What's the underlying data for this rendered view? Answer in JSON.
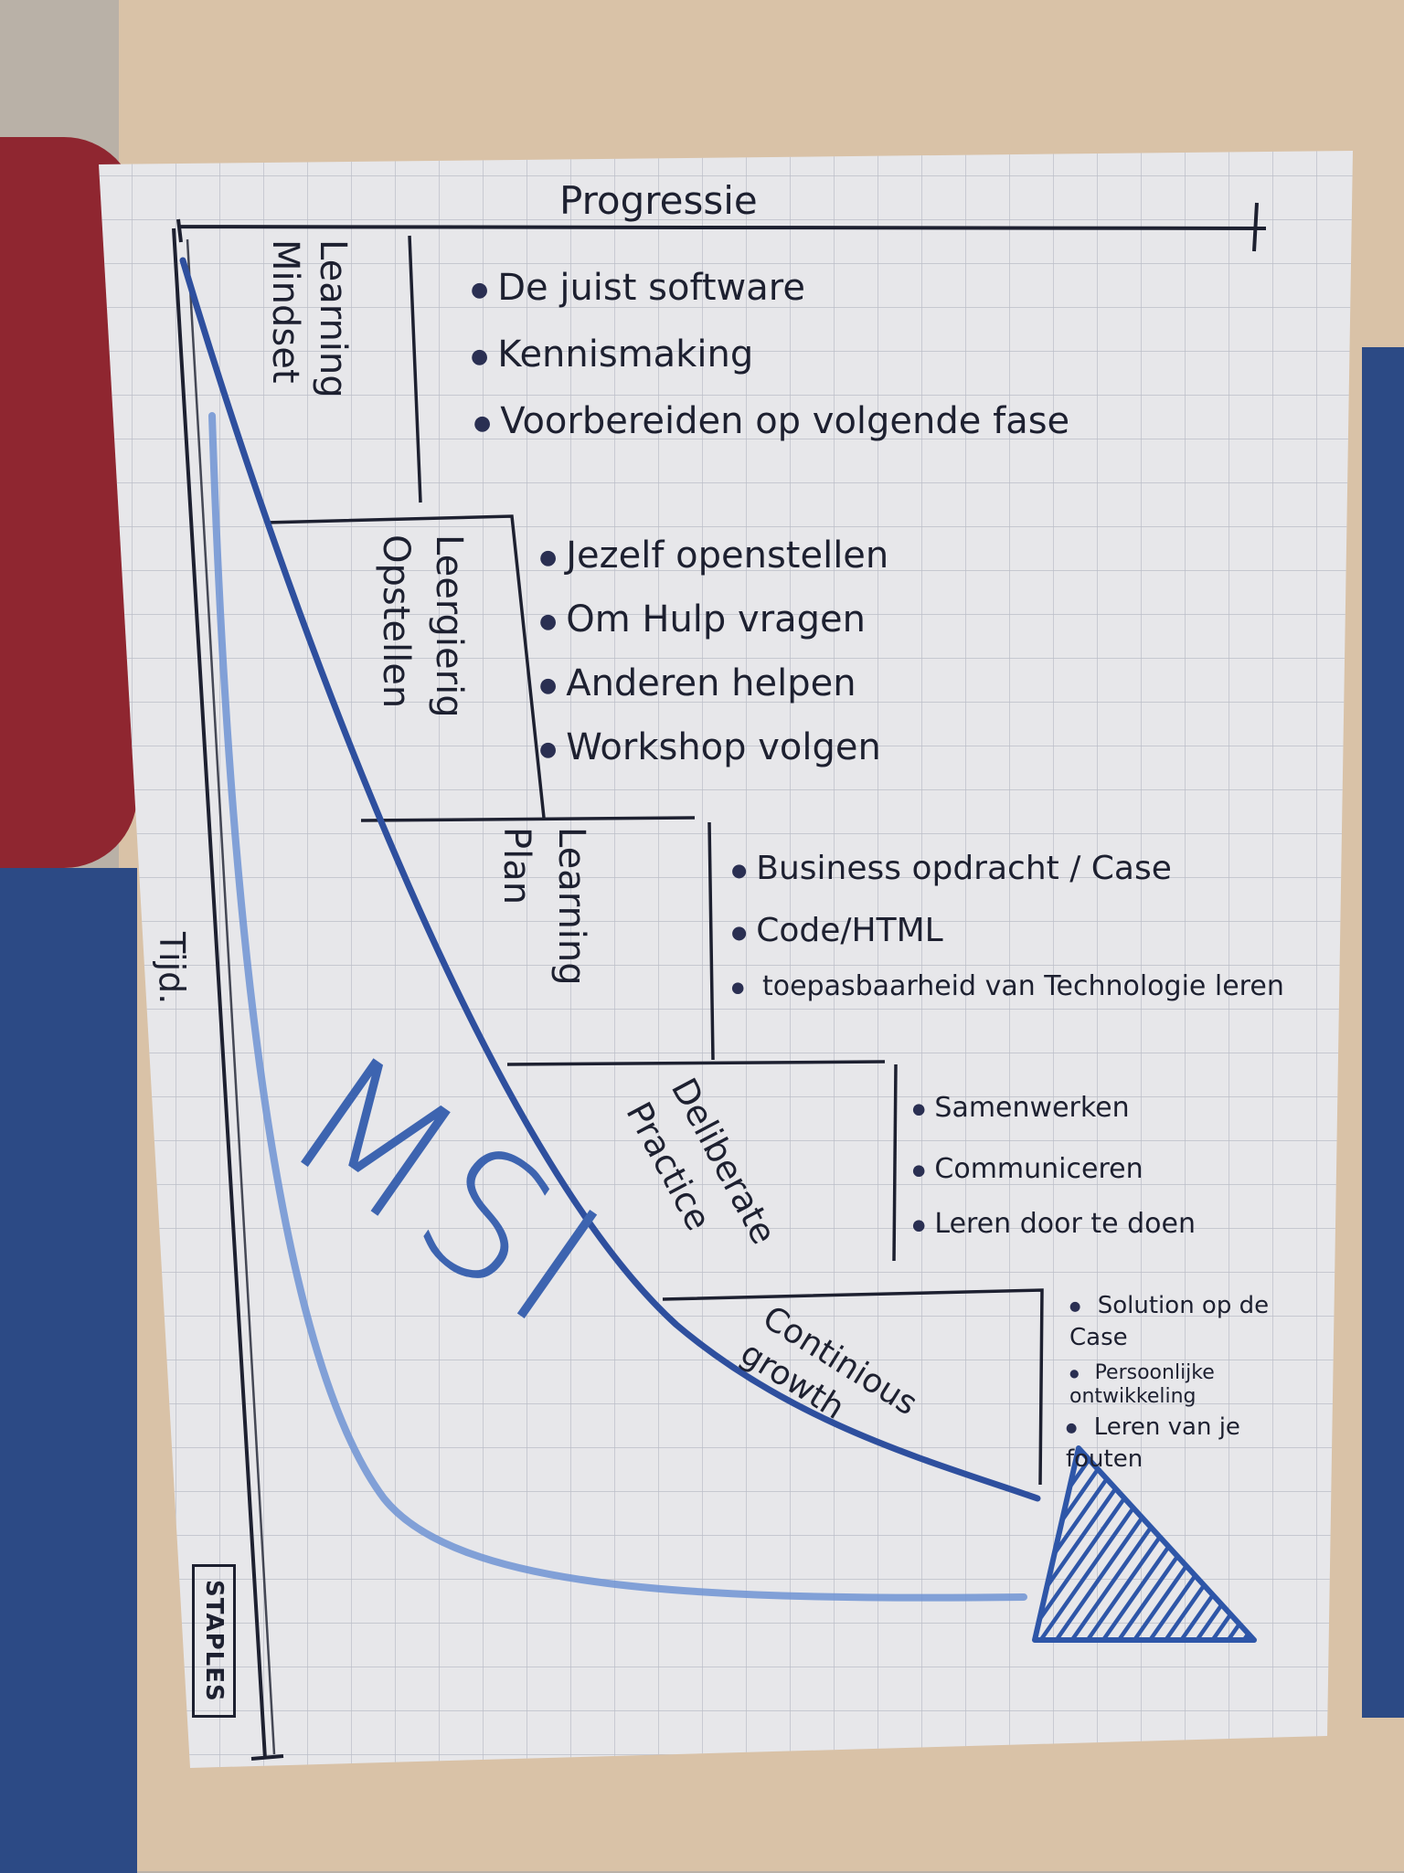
{
  "colors": {
    "paper": "#e6e6e8",
    "grid": "#b7b9c4",
    "ink": "#1d2030",
    "blue": "#3a5ea8",
    "table": "#d8bfa3",
    "chair": "#9c2a33",
    "floor": "#2e4d8c"
  },
  "axes": {
    "x_label": "Progressie",
    "y_label": "Tijd."
  },
  "brand": "STAPLES",
  "curve_label": "MSI",
  "phases": [
    {
      "name": "Learning Mindset",
      "items": [
        "De juist software",
        "Kennismaking",
        "Voorbereiden op volgende fase"
      ]
    },
    {
      "name": "Leergierig Opstellen",
      "items": [
        "Jezelf openstellen",
        "Om Hulp vragen",
        "Anderen helpen",
        "Workshop volgen"
      ]
    },
    {
      "name": "Learning Plan",
      "items": [
        "Business opdracht / Case",
        "Code/HTML",
        "toepasbaarheid van Technologie leren"
      ]
    },
    {
      "name": "Deliberate Practice",
      "items": [
        "Samenwerken",
        "Communiceren",
        "Leren door te doen"
      ]
    },
    {
      "name": "Continious growth",
      "items": [
        "Solution op de Case",
        "Persoonlijke ontwikkeling",
        "Leren van je fouten"
      ]
    }
  ]
}
